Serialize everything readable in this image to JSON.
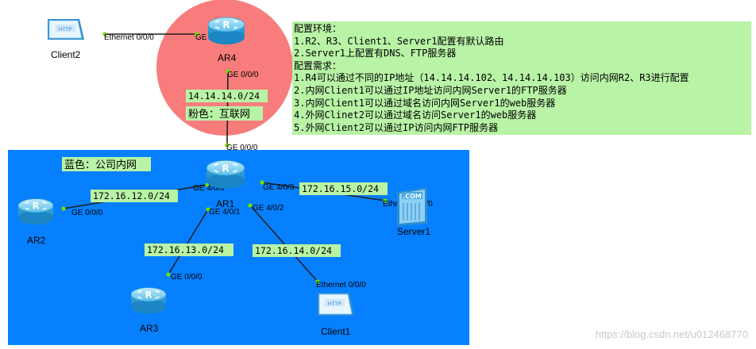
{
  "regions": {
    "internet_label": "粉色：互联网",
    "intranet_label": "蓝色：公司内网"
  },
  "devices": {
    "client2": "Client2",
    "ar4": "AR4",
    "ar1": "AR1",
    "ar2": "AR2",
    "ar3": "AR3",
    "server1": "Server1",
    "client1": "Client1"
  },
  "ports": {
    "client2_eth": "Ethernet 0/0/0",
    "ar4_ge001": "GE 0/0/1",
    "ar4_ge000": "GE 0/0/0",
    "ar1_ge000": "GE 0/0/0",
    "ar1_ge400": "GE 4/0/0",
    "ar1_ge401": "GE 4/0/1",
    "ar1_ge402": "GE 4/0/2",
    "ar1_ge403": "GE 4/0/3",
    "ar2_ge000": "GE 0/0/0",
    "ar3_ge000": "GE 0/0/0",
    "server1_eth": "Ethernet 0/0/0",
    "client1_eth": "Ethernet 0/0/0"
  },
  "networks": {
    "internet": "14.14.14.0/24",
    "ar2_link": "172.16.12.0/24",
    "ar3_link": "172.16.13.0/24",
    "client1_link": "172.16.14.0/24",
    "server1_link": "172.16.15.0/24"
  },
  "icon_text": {
    "http": "HTTP",
    "com": ".COM"
  },
  "info": {
    "lines": [
      "配置环境：",
      "1.R2、R3、Client1、Server1配置有默认路由",
      "2.Server1上配置有DNS、FTP服务器",
      "配置需求：",
      "1.R4可以通过不同的IP地址（14.14.14.102、14.14.14.103）访问内网R2、R3进行配置",
      "2.内网Client1可以通过IP地址访问内网Server1的FTP服务器",
      "3.内网Client1可以通过域名访问内网Server1的web服务器",
      "4.外网Clinet2可以通过域名访问Server1的web服务器",
      "5.外网Client2可以通过IP访问内网FTP服务器"
    ]
  },
  "watermark": "https://blog.csdn.net/u012468770",
  "colors": {
    "intranet_bg": "#0680ff",
    "internet_bg": "#f87c7c",
    "label_bg": "#b8f3a6",
    "router": "#4fb6e6",
    "port_dot": "#6fe000"
  }
}
